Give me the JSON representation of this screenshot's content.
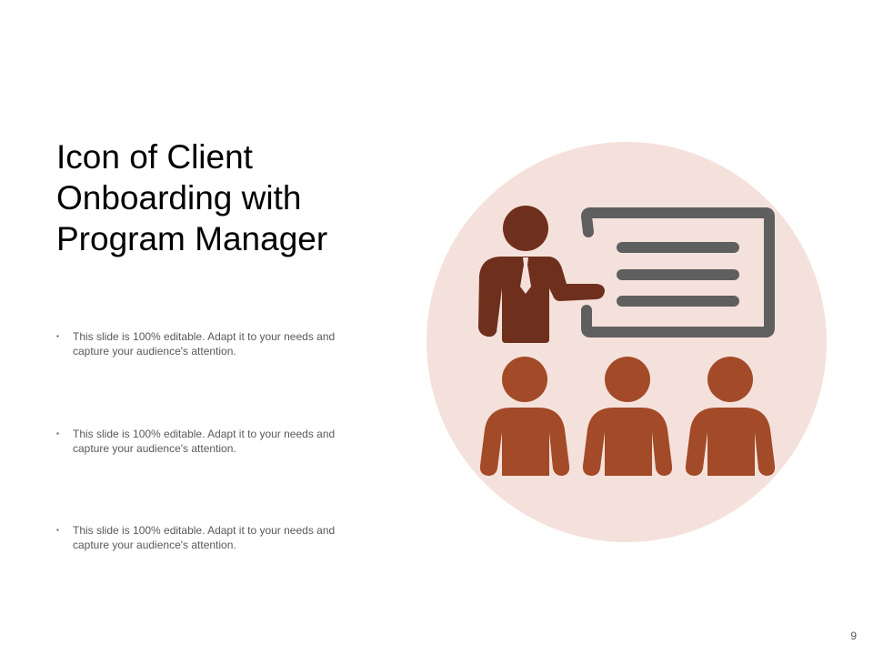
{
  "slide": {
    "title_lines": [
      "Icon of Client",
      "Onboarding with",
      "Program Manager"
    ],
    "bullets": [
      {
        "marker": "▪",
        "text": "This slide is 100% editable. Adapt it to your needs and capture your audience's attention."
      },
      {
        "marker": "▪",
        "text": "This slide is 100% editable. Adapt it to your needs and capture your audience's attention."
      },
      {
        "marker": "▪",
        "text": "This slide is 100% editable. Adapt it to your needs and capture your audience's attention."
      }
    ],
    "page_number": "9"
  },
  "icons": {
    "illustration": "client-onboarding-presentation-icon",
    "presenter": "presenter-figure-icon",
    "board": "presentation-board-icon",
    "audience": "audience-person-icon"
  },
  "colors": {
    "circle_background": "#F5E1DB",
    "presenter": "#6E301C",
    "audience": "#A34A28",
    "board": "#5F5F5F",
    "title": "#000000",
    "body_text": "#595959"
  }
}
